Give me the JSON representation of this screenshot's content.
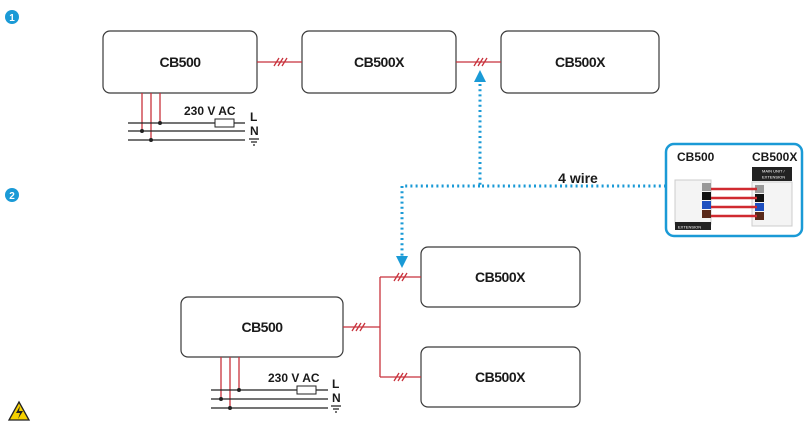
{
  "steps": [
    "1",
    "2"
  ],
  "diagram1": {
    "main": "CB500",
    "ext1": "CB500X",
    "ext2": "CB500X",
    "supply": "230 V AC",
    "line_l": "L",
    "line_n": "N"
  },
  "diagram2": {
    "main": "CB500",
    "ext1": "CB500X",
    "ext2": "CB500X",
    "supply": "230 V AC",
    "line_l": "L",
    "line_n": "N"
  },
  "link": {
    "label": "4 wire"
  },
  "inset": {
    "left": "CB500",
    "right": "CB500X",
    "left_tag": "EXTENSION",
    "right_tag_1": "MAIN UNIT /",
    "right_tag_2": "EXTENSION"
  },
  "colors": {
    "accent": "#1a9ad6",
    "wire": "#c8323c",
    "warning": "#f5d000"
  },
  "icons": {
    "warning": "warning-triangle-icon",
    "ground": "ground-icon"
  }
}
